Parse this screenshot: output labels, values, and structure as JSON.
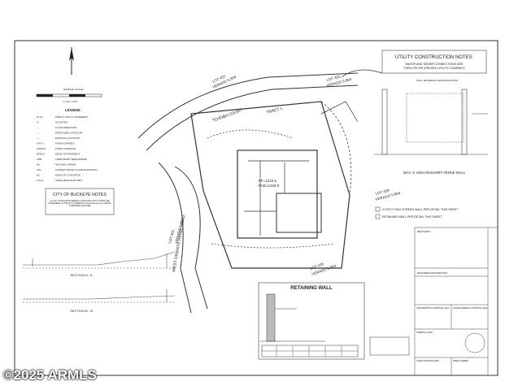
{
  "utility_notes": {
    "title": "UTILITY CONSTRUCTION NOTES:",
    "line1": "WATER AND SEWER CONNECTIONS ARE",
    "line2": "THRU EPCOR (PRIVATE UTILITY COMPANY)"
  },
  "wall_spec_title": "WALL MATERIALS SPECIFICATIONS",
  "fence_caption": "MAX. 6' HIGH MASONRY FENCE WALL",
  "scale": {
    "label": "GRAPHIC SCALE",
    "unit": "1 inch = 20 ft."
  },
  "legend": {
    "title": "LEGEND",
    "items": [
      {
        "code": "P.U.E.",
        "desc": "PUBLIC UTILITY EASEMENT"
      },
      {
        "code": "①",
        "desc": "AS NOTES"
      },
      {
        "code": "→",
        "desc": "FLOW DIRECTION"
      },
      {
        "code": "- - -",
        "desc": "PROPOSED CONTOUR"
      },
      {
        "code": "----",
        "desc": "EXISTING CONTOUR"
      },
      {
        "code": "XXX.X",
        "desc": "FINISH GRADES"
      },
      {
        "code": "F3200.0",
        "desc": "FINISH SURFACE"
      },
      {
        "code": "EP00.0",
        "desc": "EDGE OF PAVEMENT"
      },
      {
        "code": "TBM",
        "desc": "TEMPORARY BENCHMARK"
      },
      {
        "code": "NG",
        "desc": "NATURAL GRADE"
      },
      {
        "code": "LFE",
        "desc": "LOWEST FINISH FLOOR ELEVATION"
      },
      {
        "code": "EC",
        "desc": "EDGE OF CONCRETE"
      },
      {
        "code": "O.H.E.",
        "desc": "OVER HEAD ELECTRIC"
      }
    ]
  },
  "buckeye": {
    "title": "CITY OF BUCKEYE NOTES",
    "body1": "ALL CITY OF BUCKEYE GENERAL NOTES AND UTILITY NOTES ARE",
    "body2": "ACCESSIBLE ON THE CITY'S WEBSITE AT www.buckeyeaz.gov UNLESS",
    "body3": "OTHERWISE ATTACHED"
  },
  "plan": {
    "street_top": "TOJOBA COURT",
    "tract": "TRACT L",
    "road": "WEST GRANITE RIDGE ROAD",
    "lot_432": "LOT 432",
    "lot_431": "LOT 431",
    "lot_428": "LOT 428",
    "lot_401": "LOT 401",
    "lot_426": "LOT 426",
    "verado": "VERADO 5.804",
    "ffe1": "FF=1234.5",
    "ffe2": "PAD=1234.0"
  },
  "notes_keyed": [
    "3-FOOT HIGH SCREEN WALL PER DETAIL THIS SHEET",
    "RETAINING WALL PER DETAIL THIS SHEET"
  ],
  "sections": {
    "a": "SECTION A - A",
    "b": "SECTION B - B"
  },
  "retaining": {
    "title": "RETAINING WALL"
  },
  "title_block": {
    "revisions": "REVISIONS",
    "engineer": "ENGINEER INFORMATION",
    "approval1": "COB PERMITTING APPROVAL SEAL",
    "approval2": "COB ENGINEERING APPROVAL SEAL",
    "submittal": "SUBMITTAL DATE",
    "revision_date": "LATEST REVISION DATE",
    "sheet": "SHEET NUMBER"
  },
  "watermark": "©2025 ARMLS",
  "colors": {
    "ink": "#222222",
    "paper": "#ffffff",
    "gray": "#9a9a9a"
  }
}
